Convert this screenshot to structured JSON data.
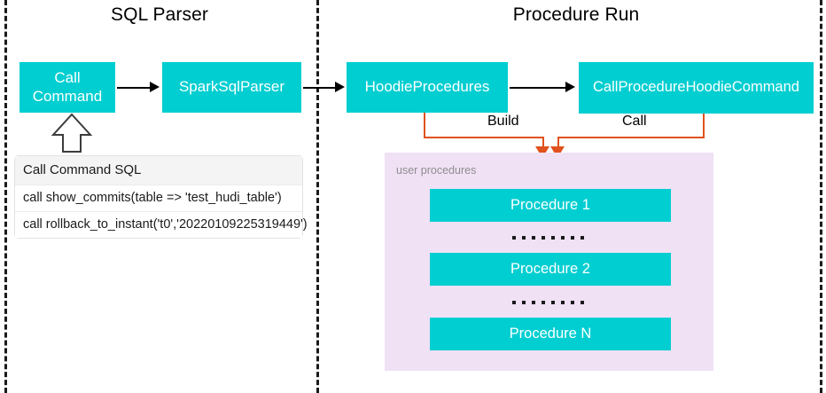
{
  "diagram": {
    "title_left": "SQL Parser",
    "title_right": "Procedure Run",
    "colors": {
      "node_fill": "#00CED1",
      "node_text": "#FFFFFF",
      "panel_fill": "#F0E1F5",
      "connector_orange": "#E0521E",
      "arrow_black": "#000000",
      "separator_dash": "#1A1A1A",
      "panel_label": "#8E8E8E"
    },
    "nodes": {
      "call_command": "Call\nCommand",
      "spark_sql_parser": "SparkSqlParser",
      "hoodie_procedures": "HoodieProcedures",
      "call_procedure_hoodie_command": "CallProcedureHoodieCommand"
    },
    "edge_labels": {
      "build": "Build",
      "call": "Call"
    },
    "sql_table": {
      "header": "Call Command SQL",
      "rows": [
        "call show_commits(table => 'test_hudi_table')",
        "call rollback_to_instant('t0','20220109225319449')"
      ]
    },
    "procedures_panel": {
      "label": "user procedures",
      "items": [
        "Procedure 1",
        "Procedure 2",
        "Procedure N"
      ]
    }
  }
}
